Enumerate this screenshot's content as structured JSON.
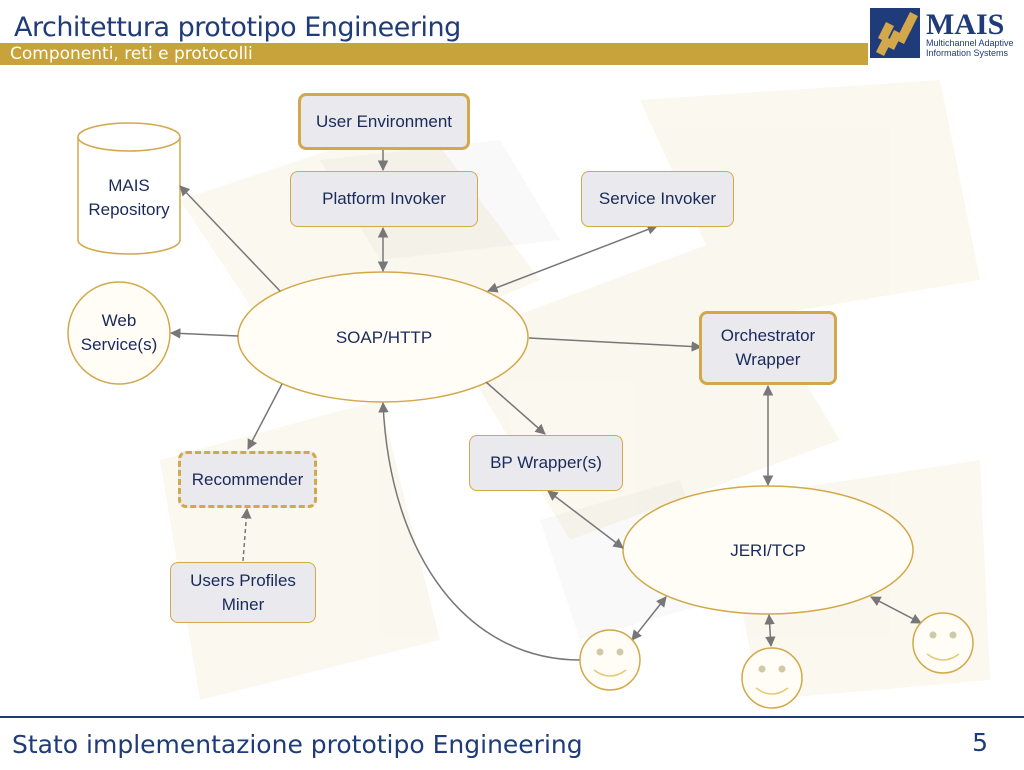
{
  "slide": {
    "title": "Architettura prototipo Engineering",
    "subtitle": "Componenti, reti e protocolli",
    "footer": "Stato implementazione prototipo Engineering",
    "page_number": "5"
  },
  "logo": {
    "name": "MAIS",
    "line1": "Multichannel Adaptive",
    "line2": "Information Systems"
  },
  "nodes": {
    "user_environment": "User Environment",
    "platform_invoker": "Platform Invoker",
    "service_invoker": "Service Invoker",
    "mais_repository_line1": "MAIS",
    "mais_repository_line2": "Repository",
    "web_service_line1": "Web",
    "web_service_line2": "Service(s)",
    "soap_http": "SOAP/HTTP",
    "orchestrator_line1": "Orchestrator",
    "orchestrator_line2": "Wrapper",
    "recommender": "Recommender",
    "bp_wrapper": "BP Wrapper(s)",
    "jeri_tcp": "JERI/TCP",
    "users_profiles_line1": "Users Profiles",
    "users_profiles_line2": "Miner"
  },
  "colors": {
    "title": "#1f3b7a",
    "accent_gold": "#c8a23a",
    "box_fill": "#e9e9ee",
    "border_gold": "#d2a84a",
    "arrow": "#777777"
  }
}
